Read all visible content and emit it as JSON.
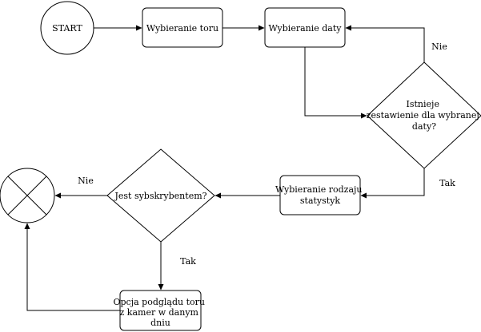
{
  "nodes": {
    "start": "START",
    "wybieranie_toru": "Wybieranie toru",
    "wybieranie_daty": "Wybieranie daty",
    "istnieje": [
      "Istnieje",
      "zestawienie dla wybranej",
      "daty?"
    ],
    "wybieranie_rodzaju": [
      "Wybieranie rodzaju",
      "statystyk"
    ],
    "subskrybent": "Jest sybskrybentem?",
    "opcja": [
      "Opcja podglądu toru",
      "z kamer w danym",
      "dniu"
    ]
  },
  "edge_labels": {
    "nie_top": "Nie",
    "tak_right": "Tak",
    "nie_left": "Nie",
    "tak_bottom": "Tak"
  },
  "colors": {
    "stroke": "#000000",
    "fill": "#ffffff"
  }
}
